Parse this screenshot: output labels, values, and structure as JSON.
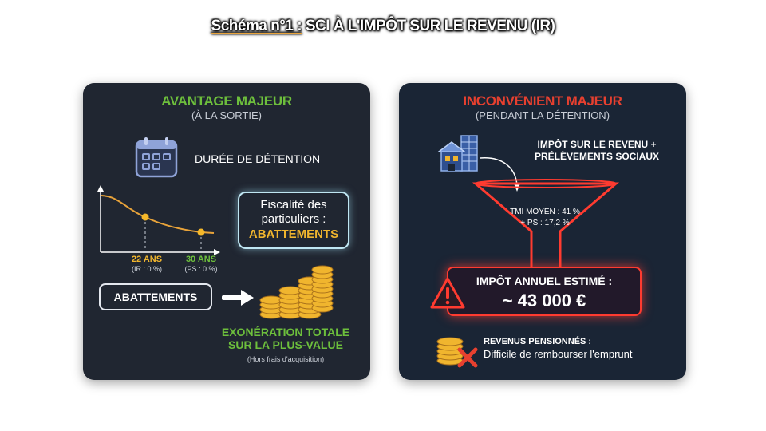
{
  "title": {
    "prefix": "Schéma n°1 :",
    "text": "SCI À L'IMPÔT SUR LE REVENU (IR)"
  },
  "left_panel": {
    "heading": "AVANTAGE MAJEUR",
    "subheading": "(À LA SORTIE)",
    "calendar_label": "DURÉE DE DÉTENTION",
    "point1_years": "22 ANS",
    "point1_note": "(IR : 0 %)",
    "point2_years": "30 ANS",
    "point2_note": "(PS : 0 %)",
    "fiscal_box_line1": "Fiscalité des",
    "fiscal_box_line2": "particuliers :",
    "fiscal_box_highlight": "ABATTEMENTS",
    "abatements_button": "ABATTEMENTS",
    "exoneration_line1": "EXONÉRATION TOTALE",
    "exoneration_line2": "SUR LA PLUS-VALUE",
    "exoneration_note": "(Hors frais d'acquisition)"
  },
  "right_panel": {
    "heading": "INCONVÉNIENT MAJEUR",
    "subheading": "(PENDANT LA DÉTENTION)",
    "tax_line1": "IMPÔT SUR LE REVENU +",
    "tax_line2": "PRÉLÈVEMENTS SOCIAUX",
    "funnel_line1": "TMI MOYEN : 41 %",
    "funnel_line2": "+ PS : 17,2 %",
    "estimate_label": "IMPÔT ANNUEL ESTIMÉ :",
    "estimate_value": "~ 43 000 €",
    "pension_label": "REVENUS PENSIONNÉS :",
    "pension_text": "Difficile de rembourser l'emprunt"
  },
  "colors": {
    "green": "#6dbf3c",
    "red": "#e8402f",
    "gold": "#f0b52e",
    "panel_left": "#202631",
    "panel_right": "#1a2535"
  },
  "icons": [
    "calendar-icon",
    "coins-stack-icon",
    "arrow-right-icon",
    "building-icon",
    "funnel-icon",
    "warning-icon",
    "cross-icon"
  ]
}
